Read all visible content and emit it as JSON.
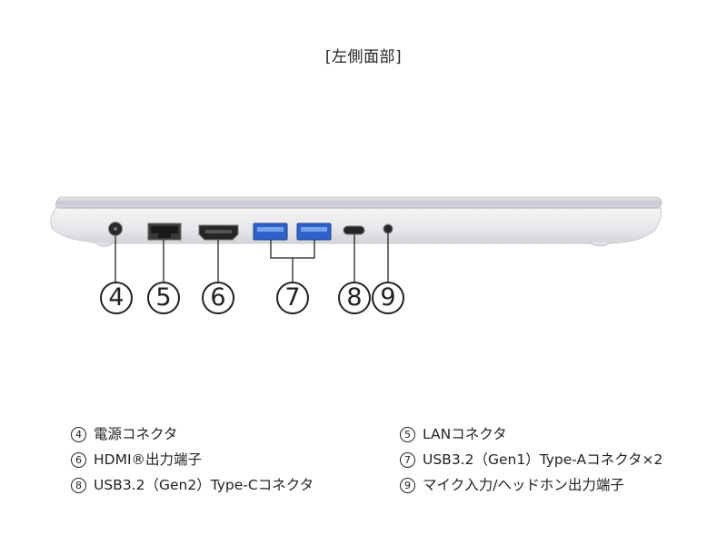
{
  "title": "[左側面部]",
  "callouts": [
    "4",
    "5",
    "6",
    "7",
    "8",
    "9"
  ],
  "legend": [
    {
      "num": "4",
      "label": "電源コネクタ"
    },
    {
      "num": "5",
      "label": "LANコネクタ"
    },
    {
      "num": "6",
      "label": "HDMI®出力端子"
    },
    {
      "num": "7",
      "label": "USB3.2（Gen1）Type-Aコネクタ×2"
    },
    {
      "num": "8",
      "label": "USB3.2（Gen2）Type-Cコネクタ"
    },
    {
      "num": "9",
      "label": "マイク入力/ヘッドホン出力端子"
    }
  ],
  "colors": {
    "body_silver": "#dcdde2",
    "lid_silver": "#c9cbd2",
    "usb_blue": "#2f62c8",
    "line": "#222222"
  }
}
